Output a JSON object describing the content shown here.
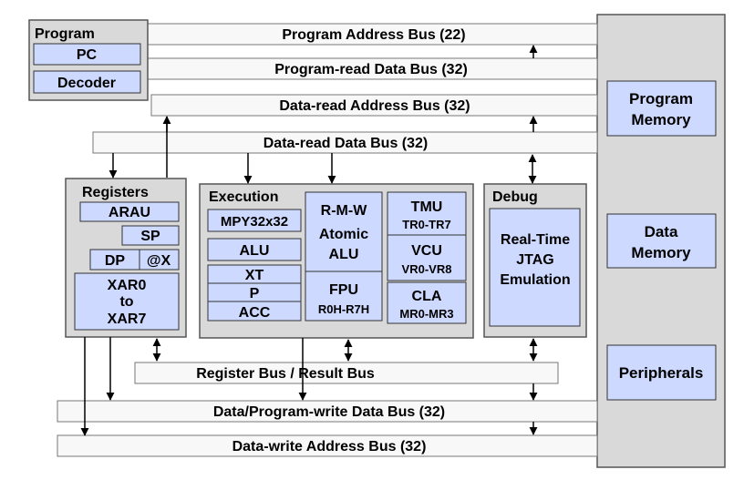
{
  "program_block": {
    "title": "Program",
    "pc": "PC",
    "decoder": "Decoder"
  },
  "buses": {
    "program_address": "Program Address Bus (22)",
    "program_read_data": "Program-read Data Bus (32)",
    "data_read_address": "Data-read Address Bus (32)",
    "data_read_data": "Data-read Data Bus (32)",
    "register_result": "Register Bus / Result Bus",
    "data_program_write": "Data/Program-write Data Bus (32)",
    "data_write_address": "Data-write Address Bus (32)"
  },
  "registers_block": {
    "title": "Registers",
    "arau": "ARAU",
    "sp": "SP",
    "dp": "DP",
    "at_x": "@X",
    "xar_line1": "XAR0",
    "xar_line2": "to",
    "xar_line3": "XAR7"
  },
  "execution_block": {
    "title": "Execution",
    "mpy": "MPY32x32",
    "alu": "ALU",
    "xt": "XT",
    "p": "P",
    "acc": "ACC",
    "rmw_line1": "R-M-W",
    "rmw_line2": "Atomic",
    "rmw_line3": "ALU",
    "fpu": "FPU",
    "fpu_regs": "R0H-R7H",
    "tmu": "TMU",
    "tmu_regs": "TR0-TR7",
    "vcu": "VCU",
    "vcu_regs": "VR0-VR8",
    "cla": "CLA",
    "cla_regs": "MR0-MR3"
  },
  "debug_block": {
    "title": "Debug",
    "line1": "Real-Time",
    "line2": "JTAG",
    "line3": "Emulation"
  },
  "memory_panel": {
    "program_memory_line1": "Program",
    "program_memory_line2": "Memory",
    "data_memory_line1": "Data",
    "data_memory_line2": "Memory",
    "peripherals": "Peripherals"
  },
  "colors": {
    "blue_box": "#cdd9ff",
    "gray_block": "#d9d9d9",
    "bus_fill": "#f8f8f8",
    "outline": "#555555"
  }
}
